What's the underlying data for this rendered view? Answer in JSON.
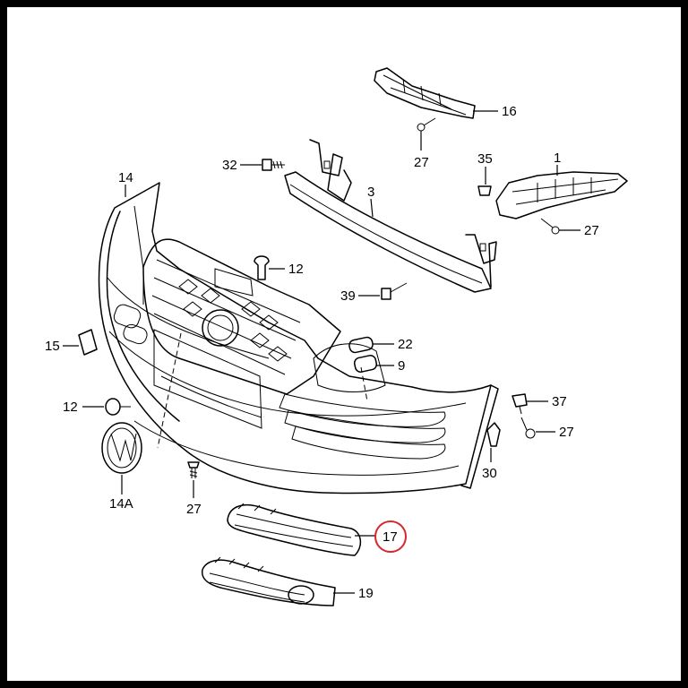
{
  "diagram": {
    "callouts": [
      {
        "id": "16",
        "label": "16"
      },
      {
        "id": "27a",
        "label": "27"
      },
      {
        "id": "35",
        "label": "35"
      },
      {
        "id": "1",
        "label": "1"
      },
      {
        "id": "27b",
        "label": "27"
      },
      {
        "id": "32",
        "label": "32"
      },
      {
        "id": "3",
        "label": "3"
      },
      {
        "id": "14",
        "label": "14"
      },
      {
        "id": "12a",
        "label": "12"
      },
      {
        "id": "39",
        "label": "39"
      },
      {
        "id": "15",
        "label": "15"
      },
      {
        "id": "22",
        "label": "22"
      },
      {
        "id": "9",
        "label": "9"
      },
      {
        "id": "12b",
        "label": "12"
      },
      {
        "id": "37",
        "label": "37"
      },
      {
        "id": "27c",
        "label": "27"
      },
      {
        "id": "14A",
        "label": "14A"
      },
      {
        "id": "30",
        "label": "30"
      },
      {
        "id": "27d",
        "label": "27"
      },
      {
        "id": "17",
        "label": "17"
      },
      {
        "id": "19",
        "label": "19"
      }
    ],
    "highlighted_callout": "17",
    "colors": {
      "frame": "#000000",
      "paper": "#ffffff",
      "ink": "#000000",
      "highlight": "#d9262c"
    }
  }
}
